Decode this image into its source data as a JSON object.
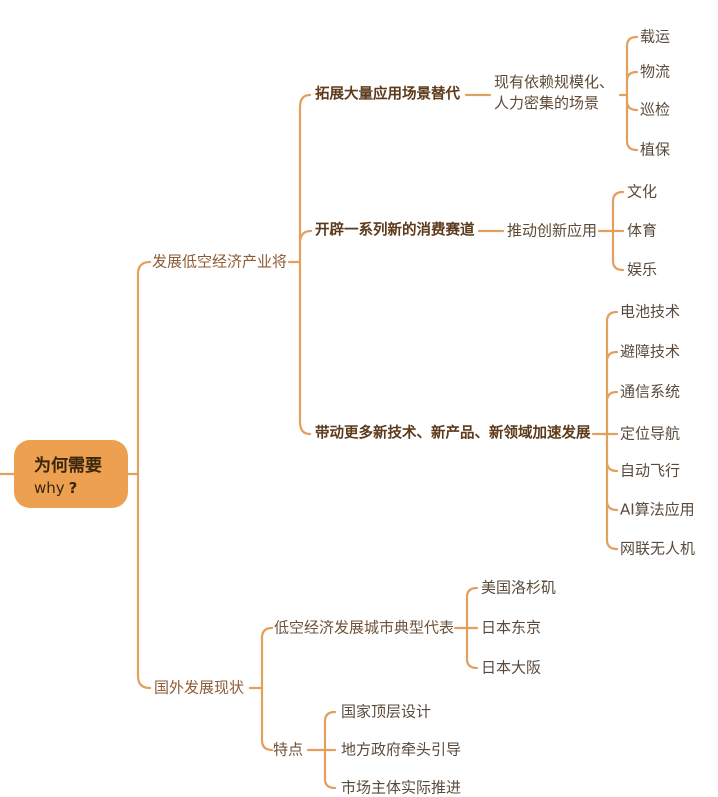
{
  "colors": {
    "connector_line": "#E2A05F",
    "root_fill": "#EDA04F",
    "root_text": "#38260F",
    "branch_text": "#8D5B36",
    "bold_topic_text": "#5D3A1B",
    "leaf_text": "#5A4A3C"
  },
  "root": {
    "title": "为何需要",
    "subtitle": "why",
    "subtitle_mark": "?"
  },
  "branches": [
    {
      "label": "发展低空经济产业将",
      "children": [
        {
          "label": "拓展大量应用场景替代",
          "note": "现有依赖规模化、人力密集的场景",
          "leaves": [
            "载运",
            "物流",
            "巡检",
            "植保"
          ]
        },
        {
          "label": "开辟一系列新的消费赛道",
          "note": "推动创新应用",
          "leaves": [
            "文化",
            "体育",
            "娱乐"
          ]
        },
        {
          "label": "带动更多新技术、新产品、新领域加速发展",
          "leaves": [
            "电池技术",
            "避障技术",
            "通信系统",
            "定位导航",
            "自动飞行",
            "AI算法应用",
            "网联无人机"
          ]
        }
      ]
    },
    {
      "label": "国外发展现状",
      "children": [
        {
          "label": "低空经济发展城市典型代表",
          "leaves": [
            "美国洛杉矶",
            "日本东京",
            "日本大阪"
          ]
        },
        {
          "label": "特点",
          "leaves": [
            "国家顶层设计",
            "地方政府牵头引导",
            "市场主体实际推进"
          ]
        }
      ]
    }
  ]
}
